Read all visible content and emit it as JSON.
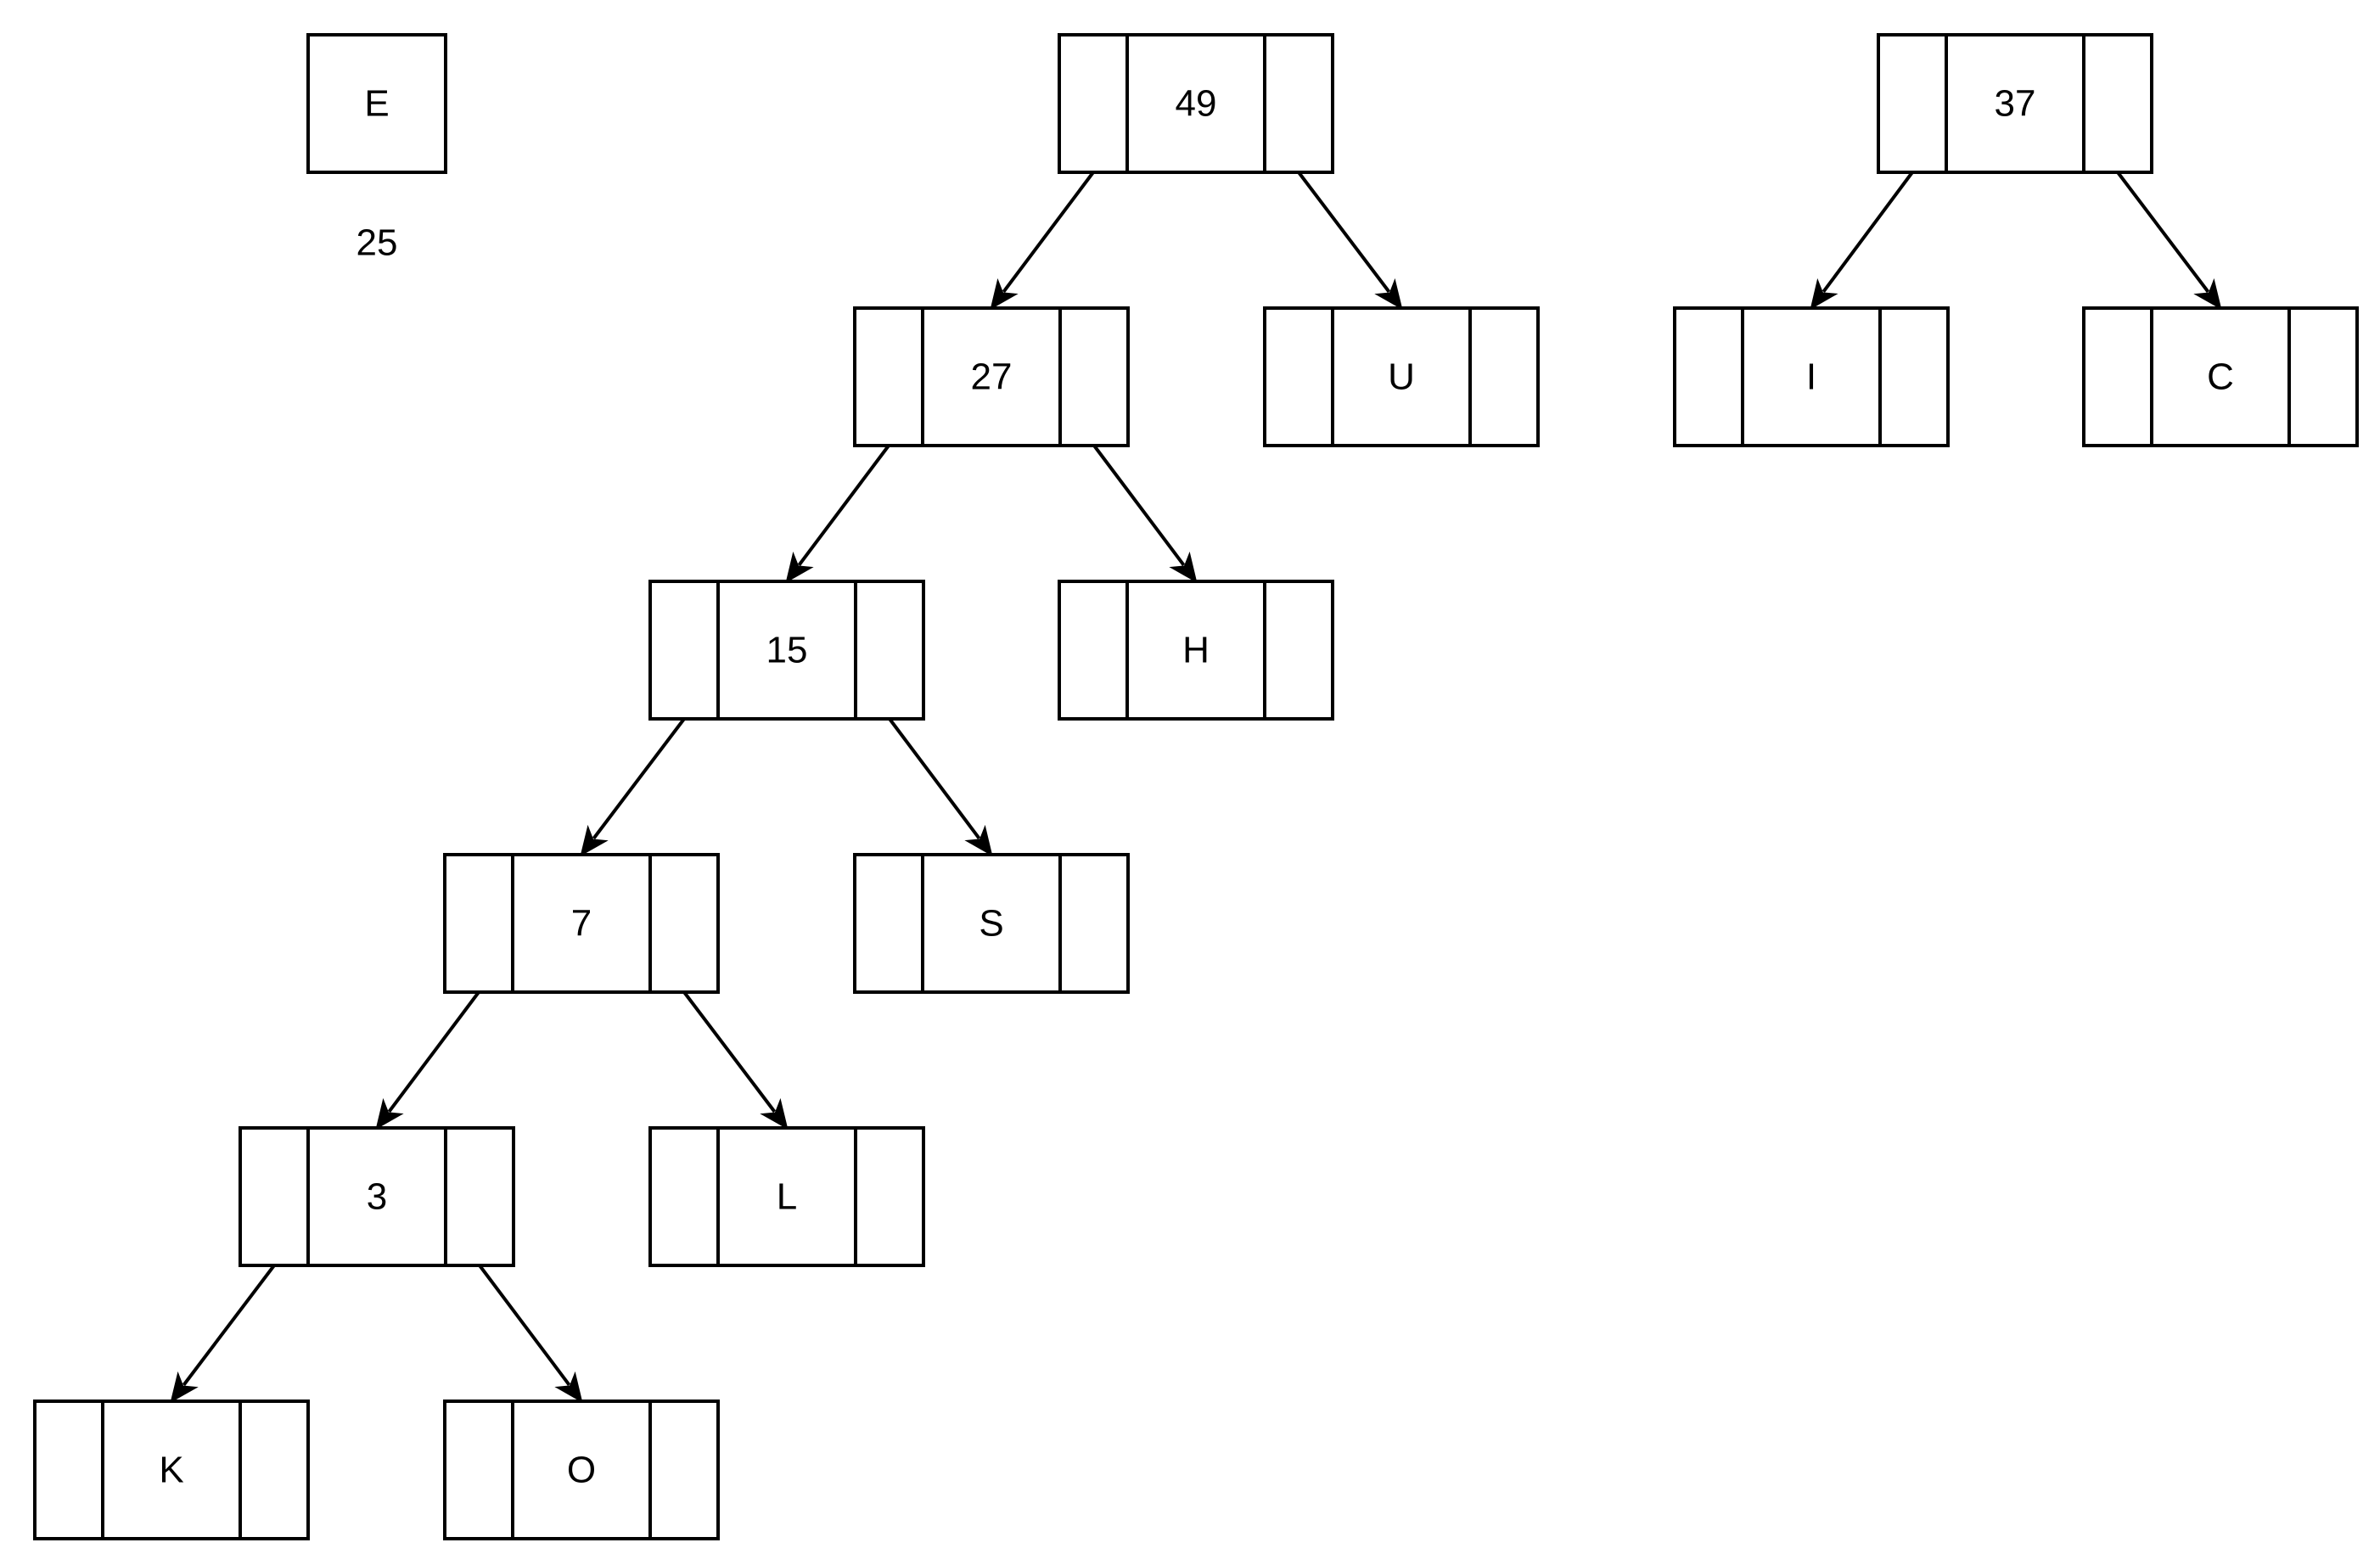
{
  "nodes": [
    {
      "id": "E",
      "label": "E",
      "kind": "single"
    },
    {
      "id": "n49",
      "label": "49",
      "kind": "triple"
    },
    {
      "id": "n37",
      "label": "37",
      "kind": "triple"
    },
    {
      "id": "n27",
      "label": "27",
      "kind": "triple"
    },
    {
      "id": "U",
      "label": "U",
      "kind": "triple"
    },
    {
      "id": "I",
      "label": "I",
      "kind": "triple"
    },
    {
      "id": "C",
      "label": "C",
      "kind": "triple"
    },
    {
      "id": "n15",
      "label": "15",
      "kind": "triple"
    },
    {
      "id": "H",
      "label": "H",
      "kind": "triple"
    },
    {
      "id": "n7",
      "label": "7",
      "kind": "triple"
    },
    {
      "id": "S",
      "label": "S",
      "kind": "triple"
    },
    {
      "id": "n3",
      "label": "3",
      "kind": "triple"
    },
    {
      "id": "L",
      "label": "L",
      "kind": "triple"
    },
    {
      "id": "K",
      "label": "K",
      "kind": "triple"
    },
    {
      "id": "O",
      "label": "O",
      "kind": "triple"
    }
  ],
  "edges": [
    {
      "from": "n49",
      "to": "n27",
      "side": "left"
    },
    {
      "from": "n49",
      "to": "U",
      "side": "right"
    },
    {
      "from": "n37",
      "to": "I",
      "side": "left"
    },
    {
      "from": "n37",
      "to": "C",
      "side": "right"
    },
    {
      "from": "n27",
      "to": "n15",
      "side": "left"
    },
    {
      "from": "n27",
      "to": "H",
      "side": "right"
    },
    {
      "from": "n15",
      "to": "n7",
      "side": "left"
    },
    {
      "from": "n15",
      "to": "S",
      "side": "right"
    },
    {
      "from": "n7",
      "to": "n3",
      "side": "left"
    },
    {
      "from": "n7",
      "to": "L",
      "side": "right"
    },
    {
      "from": "n3",
      "to": "K",
      "side": "left"
    },
    {
      "from": "n3",
      "to": "O",
      "side": "right"
    }
  ],
  "annotations": [
    {
      "id": "E-weight",
      "text": "25"
    }
  ],
  "colors": {
    "stroke": "#000000",
    "fill": "#ffffff",
    "text": "#000000"
  }
}
